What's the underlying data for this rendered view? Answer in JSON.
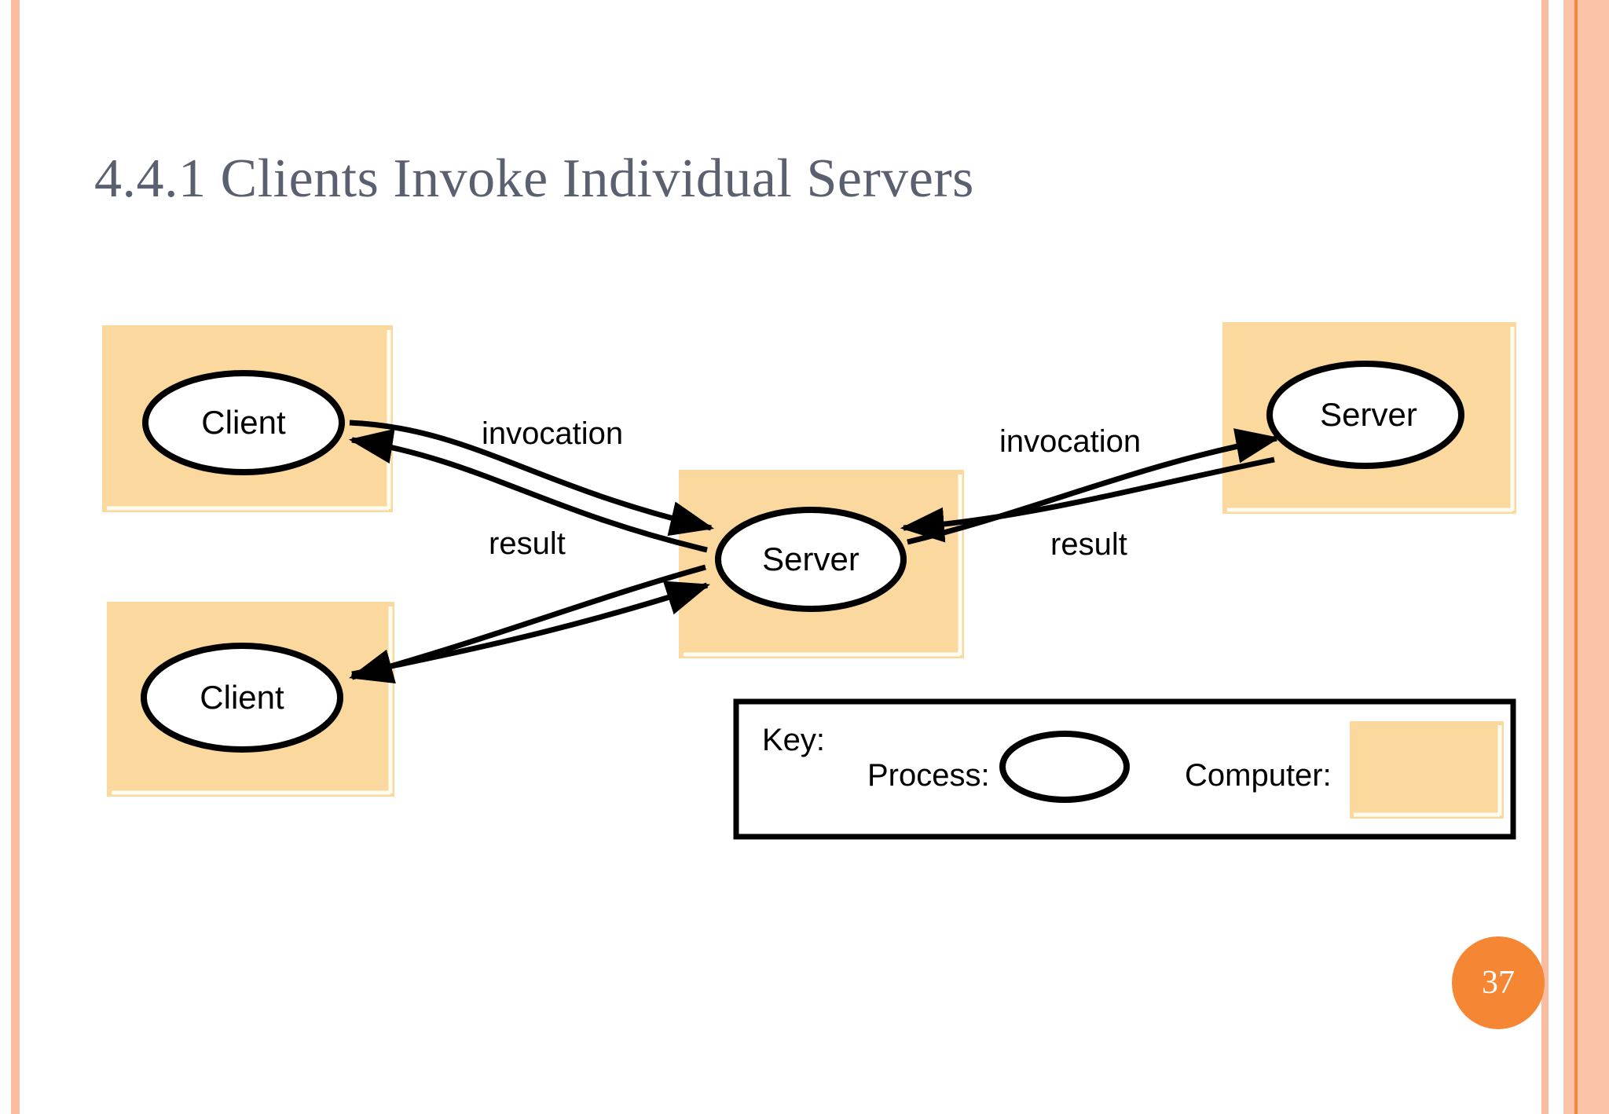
{
  "slide": {
    "title": "4.4.1 Clients Invoke Individual Servers",
    "page_number": "37",
    "colors": {
      "title_text": "#5B6070",
      "computer_box": "#FBD89E",
      "accent_orange": "#F58634",
      "stripe_peach": "#FCBCA0",
      "process_fill": "#FFFFFF",
      "stroke": "#000000"
    }
  },
  "diagram": {
    "nodes": [
      {
        "id": "client-top",
        "type": "process",
        "label": "Client",
        "container": "computer"
      },
      {
        "id": "client-bottom",
        "type": "process",
        "label": "Client",
        "container": "computer"
      },
      {
        "id": "server-center",
        "type": "process",
        "label": "Server",
        "container": "computer"
      },
      {
        "id": "server-right",
        "type": "process",
        "label": "Server",
        "container": "computer"
      }
    ],
    "edges": [
      {
        "id": "e1",
        "from": "client-top",
        "to": "server-center",
        "label": "invocation"
      },
      {
        "id": "e2",
        "from": "server-center",
        "to": "client-top",
        "label": "result"
      },
      {
        "id": "e3",
        "from": "client-bottom",
        "to": "server-center",
        "label": "invocation"
      },
      {
        "id": "e4",
        "from": "server-center",
        "to": "client-bottom",
        "label": "result"
      },
      {
        "id": "e5",
        "from": "server-center",
        "to": "server-right",
        "label": "invocation"
      },
      {
        "id": "e6",
        "from": "server-right",
        "to": "server-center",
        "label": "result"
      }
    ],
    "labels": {
      "invocation_left": "invocation",
      "result_left": "result",
      "invocation_right": "invocation",
      "result_right": "result"
    }
  },
  "key": {
    "title": "Key:",
    "process_label": "Process:",
    "computer_label": "Computer:"
  }
}
